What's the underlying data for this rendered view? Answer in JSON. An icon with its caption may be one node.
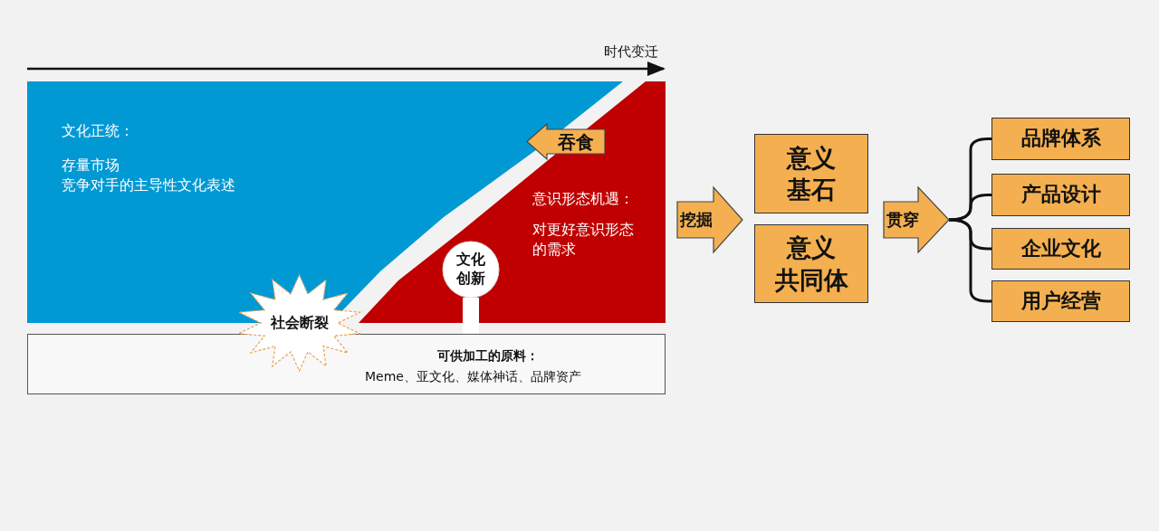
{
  "diagram": {
    "nodes": [
      {
        "text": [
          "文化正统：",
          "存量市场",
          "竞争对手的主导性文化表述"
        ]
      },
      {
        "text": [
          "意识形态机遇：",
          "对更好意识形态的需求"
        ],
        "in": 0
      },
      {
        "text": [
          "吞食"
        ],
        "in": 1
      },
      {
        "text": [
          "社会断裂"
        ]
      },
      {
        "text": [
          "文化创新"
        ],
        "in": 1
      },
      {
        "text": [
          "可供加工的原料：",
          "Meme、亚文化、媒体神话、品牌资产"
        ]
      },
      {
        "text": [
          "挖掘"
        ]
      },
      {
        "text": [
          "意义基石"
        ]
      },
      {
        "text": [
          "意义共同体"
        ]
      },
      {
        "text": [
          "贯穿"
        ]
      },
      {
        "text": [
          "品牌体系"
        ]
      },
      {
        "text": [
          "产品设计"
        ]
      },
      {
        "text": [
          "企业文化"
        ]
      },
      {
        "text": [
          "用户经营"
        ]
      }
    ],
    "edges": [
      {
        "from": 4,
        "to": 5,
        "arrow": "none",
        "style": "thick",
        "color": "#ffffff"
      },
      {
        "from": 9,
        "to": 10,
        "arrow": "none"
      },
      {
        "from": 9,
        "to": 11,
        "arrow": "none"
      },
      {
        "from": 9,
        "to": 12,
        "arrow": "none"
      },
      {
        "from": 9,
        "to": 13,
        "arrow": "none"
      }
    ],
    "labels": [
      "时代变迁"
    ]
  }
}
